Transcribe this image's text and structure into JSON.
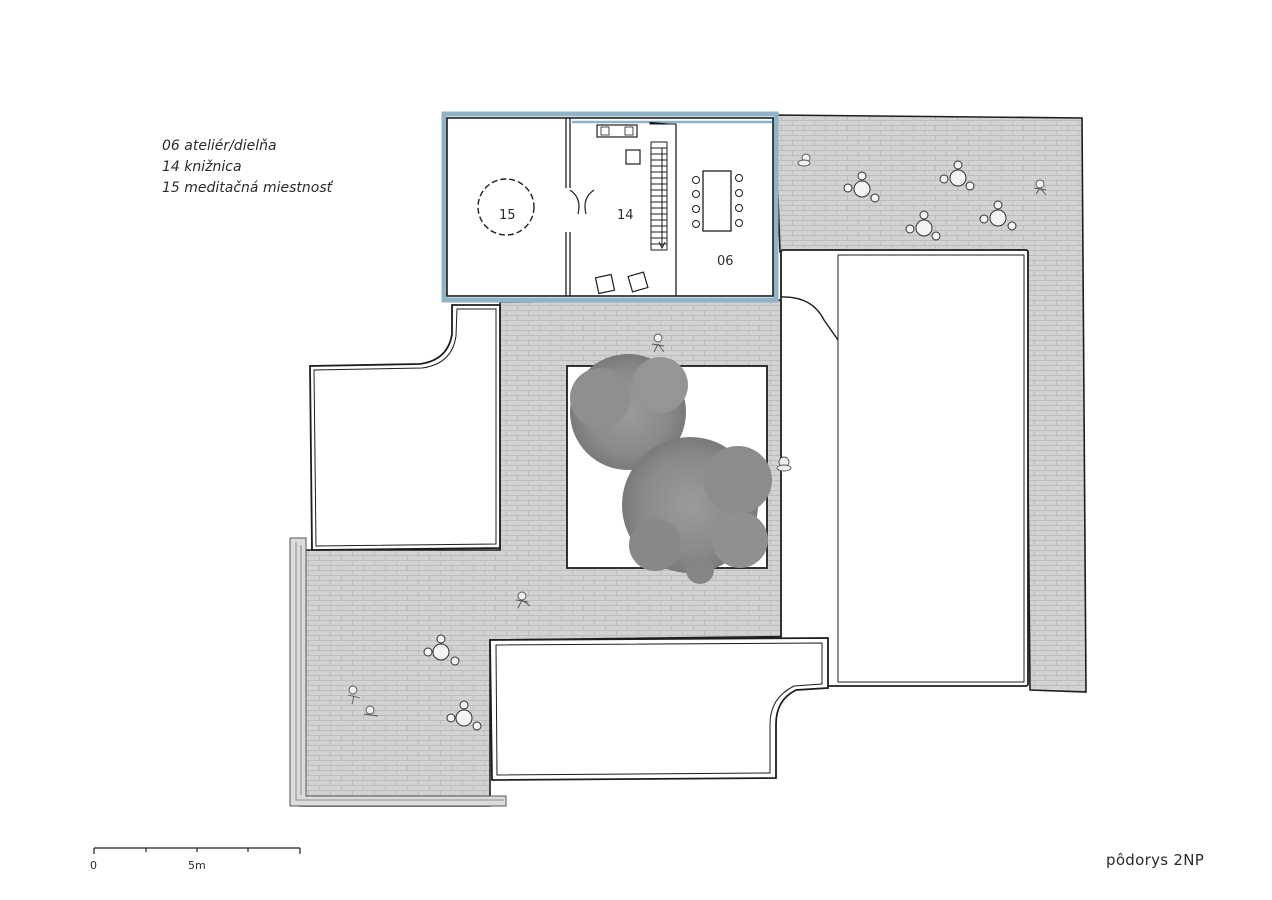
{
  "legend": {
    "items": [
      "06 ateliér/dielňa",
      "14 knižnica",
      "15 meditačná miestnosť"
    ]
  },
  "rooms": {
    "r15": "15",
    "r14": "14",
    "r06": "06"
  },
  "scale_bar": {
    "start_label": "0",
    "mid_label": "5m"
  },
  "title": "pôdorys 2NP",
  "colors": {
    "paving": "#cfcfcf",
    "wall": "#1e1e1e",
    "glass_outline": "#8fb4c7",
    "tree": "#8a8a8a",
    "background": "#ffffff"
  }
}
